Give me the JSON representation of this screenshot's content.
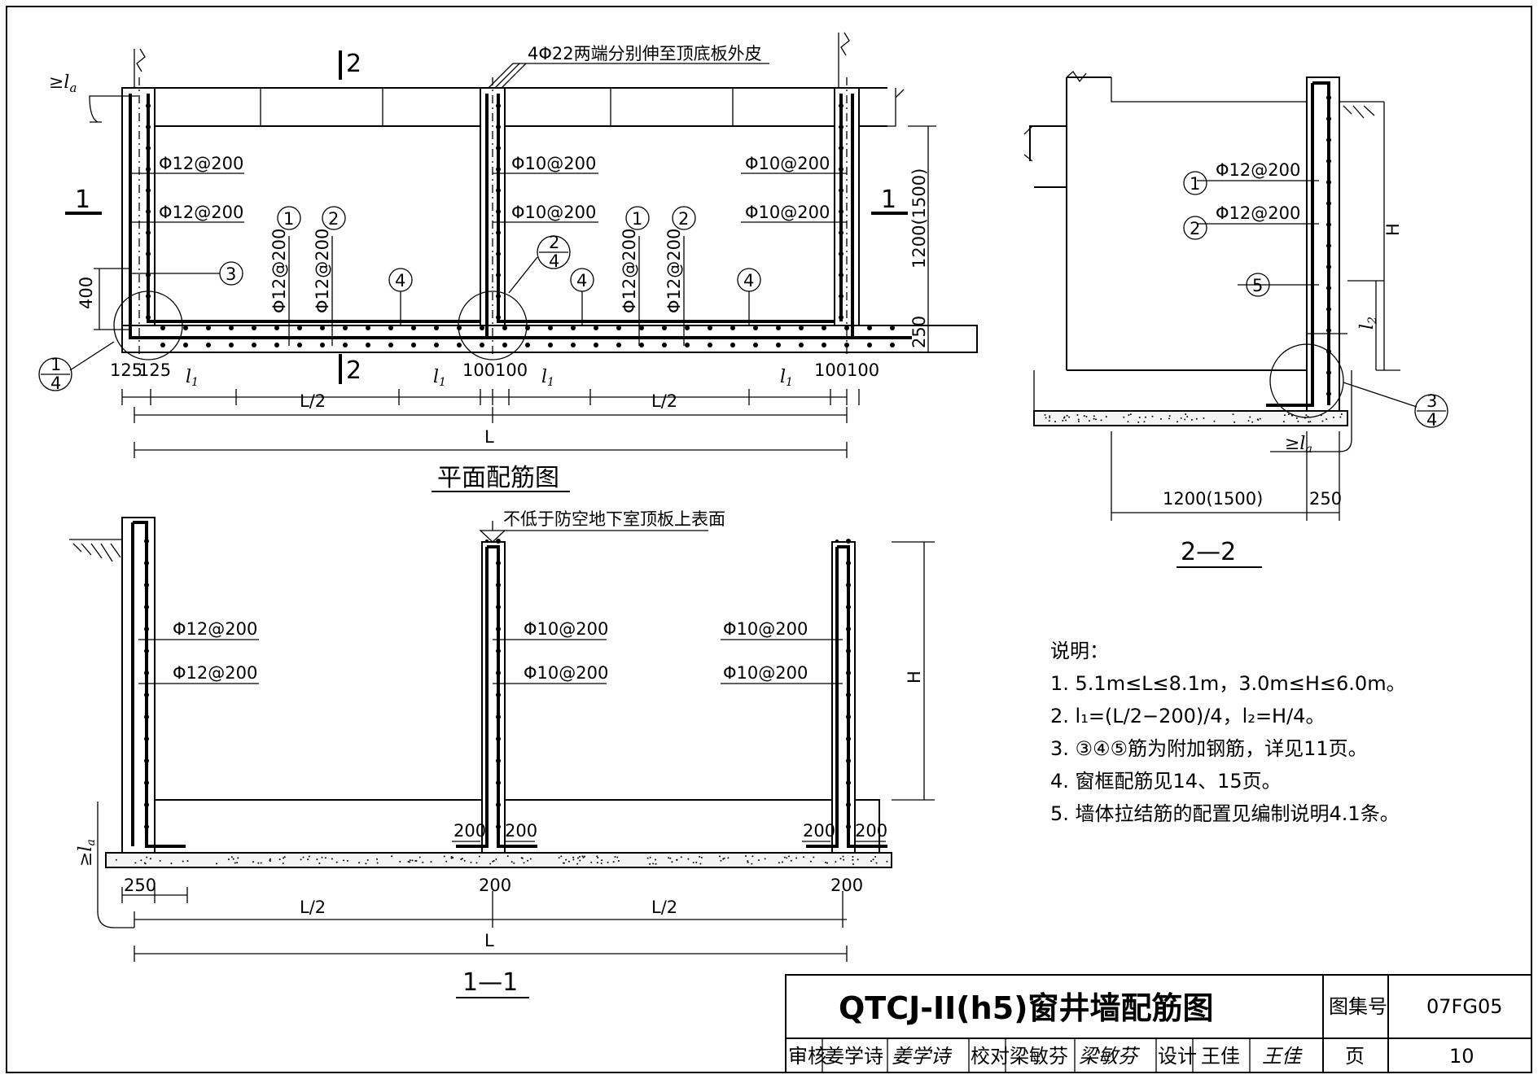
{
  "plan": {
    "heading": "平面配筋图",
    "section_1": "1",
    "section_2": "2",
    "top_note": "4Φ22两端分别伸至顶底板外皮",
    "la_label": "≥l",
    "la_sub": "a",
    "rebar": {
      "left_a": "Φ12@200",
      "left_b": "Φ12@200",
      "mid_a": "Φ10@200",
      "mid_b": "Φ10@200",
      "right_a": "Φ10@200",
      "right_b": "Φ10@200",
      "vert_1_left": "Φ12@200",
      "vert_2_left": "Φ12@200",
      "vert_1_right": "Φ12@200",
      "vert_2_right": "Φ12@200"
    },
    "markers": [
      "1",
      "2",
      "3",
      "4"
    ],
    "detail_num": "2",
    "detail_den": "4",
    "detail_left_num": "1",
    "detail_left_den": "4",
    "dims": {
      "d400": "400",
      "d125a": "125",
      "d125b": "125",
      "l1": "l",
      "l1_sub": "1",
      "d100a": "100",
      "d100b": "100",
      "d100c": "100",
      "d100d": "100",
      "half": "L/2",
      "total": "L",
      "height": "1200(1500)",
      "d250": "250"
    }
  },
  "section11": {
    "heading": "1—1",
    "top_note": "不低于防空地下室顶板上表面",
    "rebar": {
      "left_a": "Φ12@200",
      "left_b": "Φ12@200",
      "mid_a": "Φ10@200",
      "mid_b": "Φ10@200",
      "right_a": "Φ10@200",
      "right_b": "Φ10@200"
    },
    "dims": {
      "d200a": "200",
      "d200b": "200",
      "d200c": "200",
      "d200d": "200",
      "d200e": "200",
      "d200f": "200",
      "d250": "250",
      "half": "L/2",
      "total": "L",
      "H": "H",
      "la": "≥l",
      "la_sub": "a"
    }
  },
  "section22": {
    "heading": "2—2",
    "rebar_1": "Φ12@200",
    "rebar_2": "Φ12@200",
    "markers": [
      "1",
      "2",
      "5"
    ],
    "H": "H",
    "l2": "l",
    "l2_sub": "2",
    "detail_num": "3",
    "detail_den": "4",
    "la": "≥l",
    "la_sub": "a",
    "d_width": "1200(1500)",
    "d250": "250"
  },
  "notes": {
    "heading": "说明：",
    "items": [
      "1. 5.1m≤L≤8.1m，3.0m≤H≤6.0m。",
      "2. l₁=(L/2−200)/4，l₂=H/4。",
      "3. ③④⑤筋为附加钢筋，详见11页。",
      "4. 窗框配筋见14、15页。",
      "5. 墙体拉结筋的配置见编制说明4.1条。"
    ]
  },
  "titleblock": {
    "title": "QTCJ-II(h5)窗井墙配筋图",
    "atlas_label": "图集号",
    "atlas_no": "07FG05",
    "review_label": "审核",
    "review_name": "姜学诗",
    "review_sign": "姜学诗",
    "check_label": "校对",
    "check_name": "梁敏芬",
    "check_sign": "梁敏芬",
    "design_label": "设计",
    "design_name": "王佳",
    "design_sign": "王佳",
    "page_label": "页",
    "page_no": "10"
  }
}
